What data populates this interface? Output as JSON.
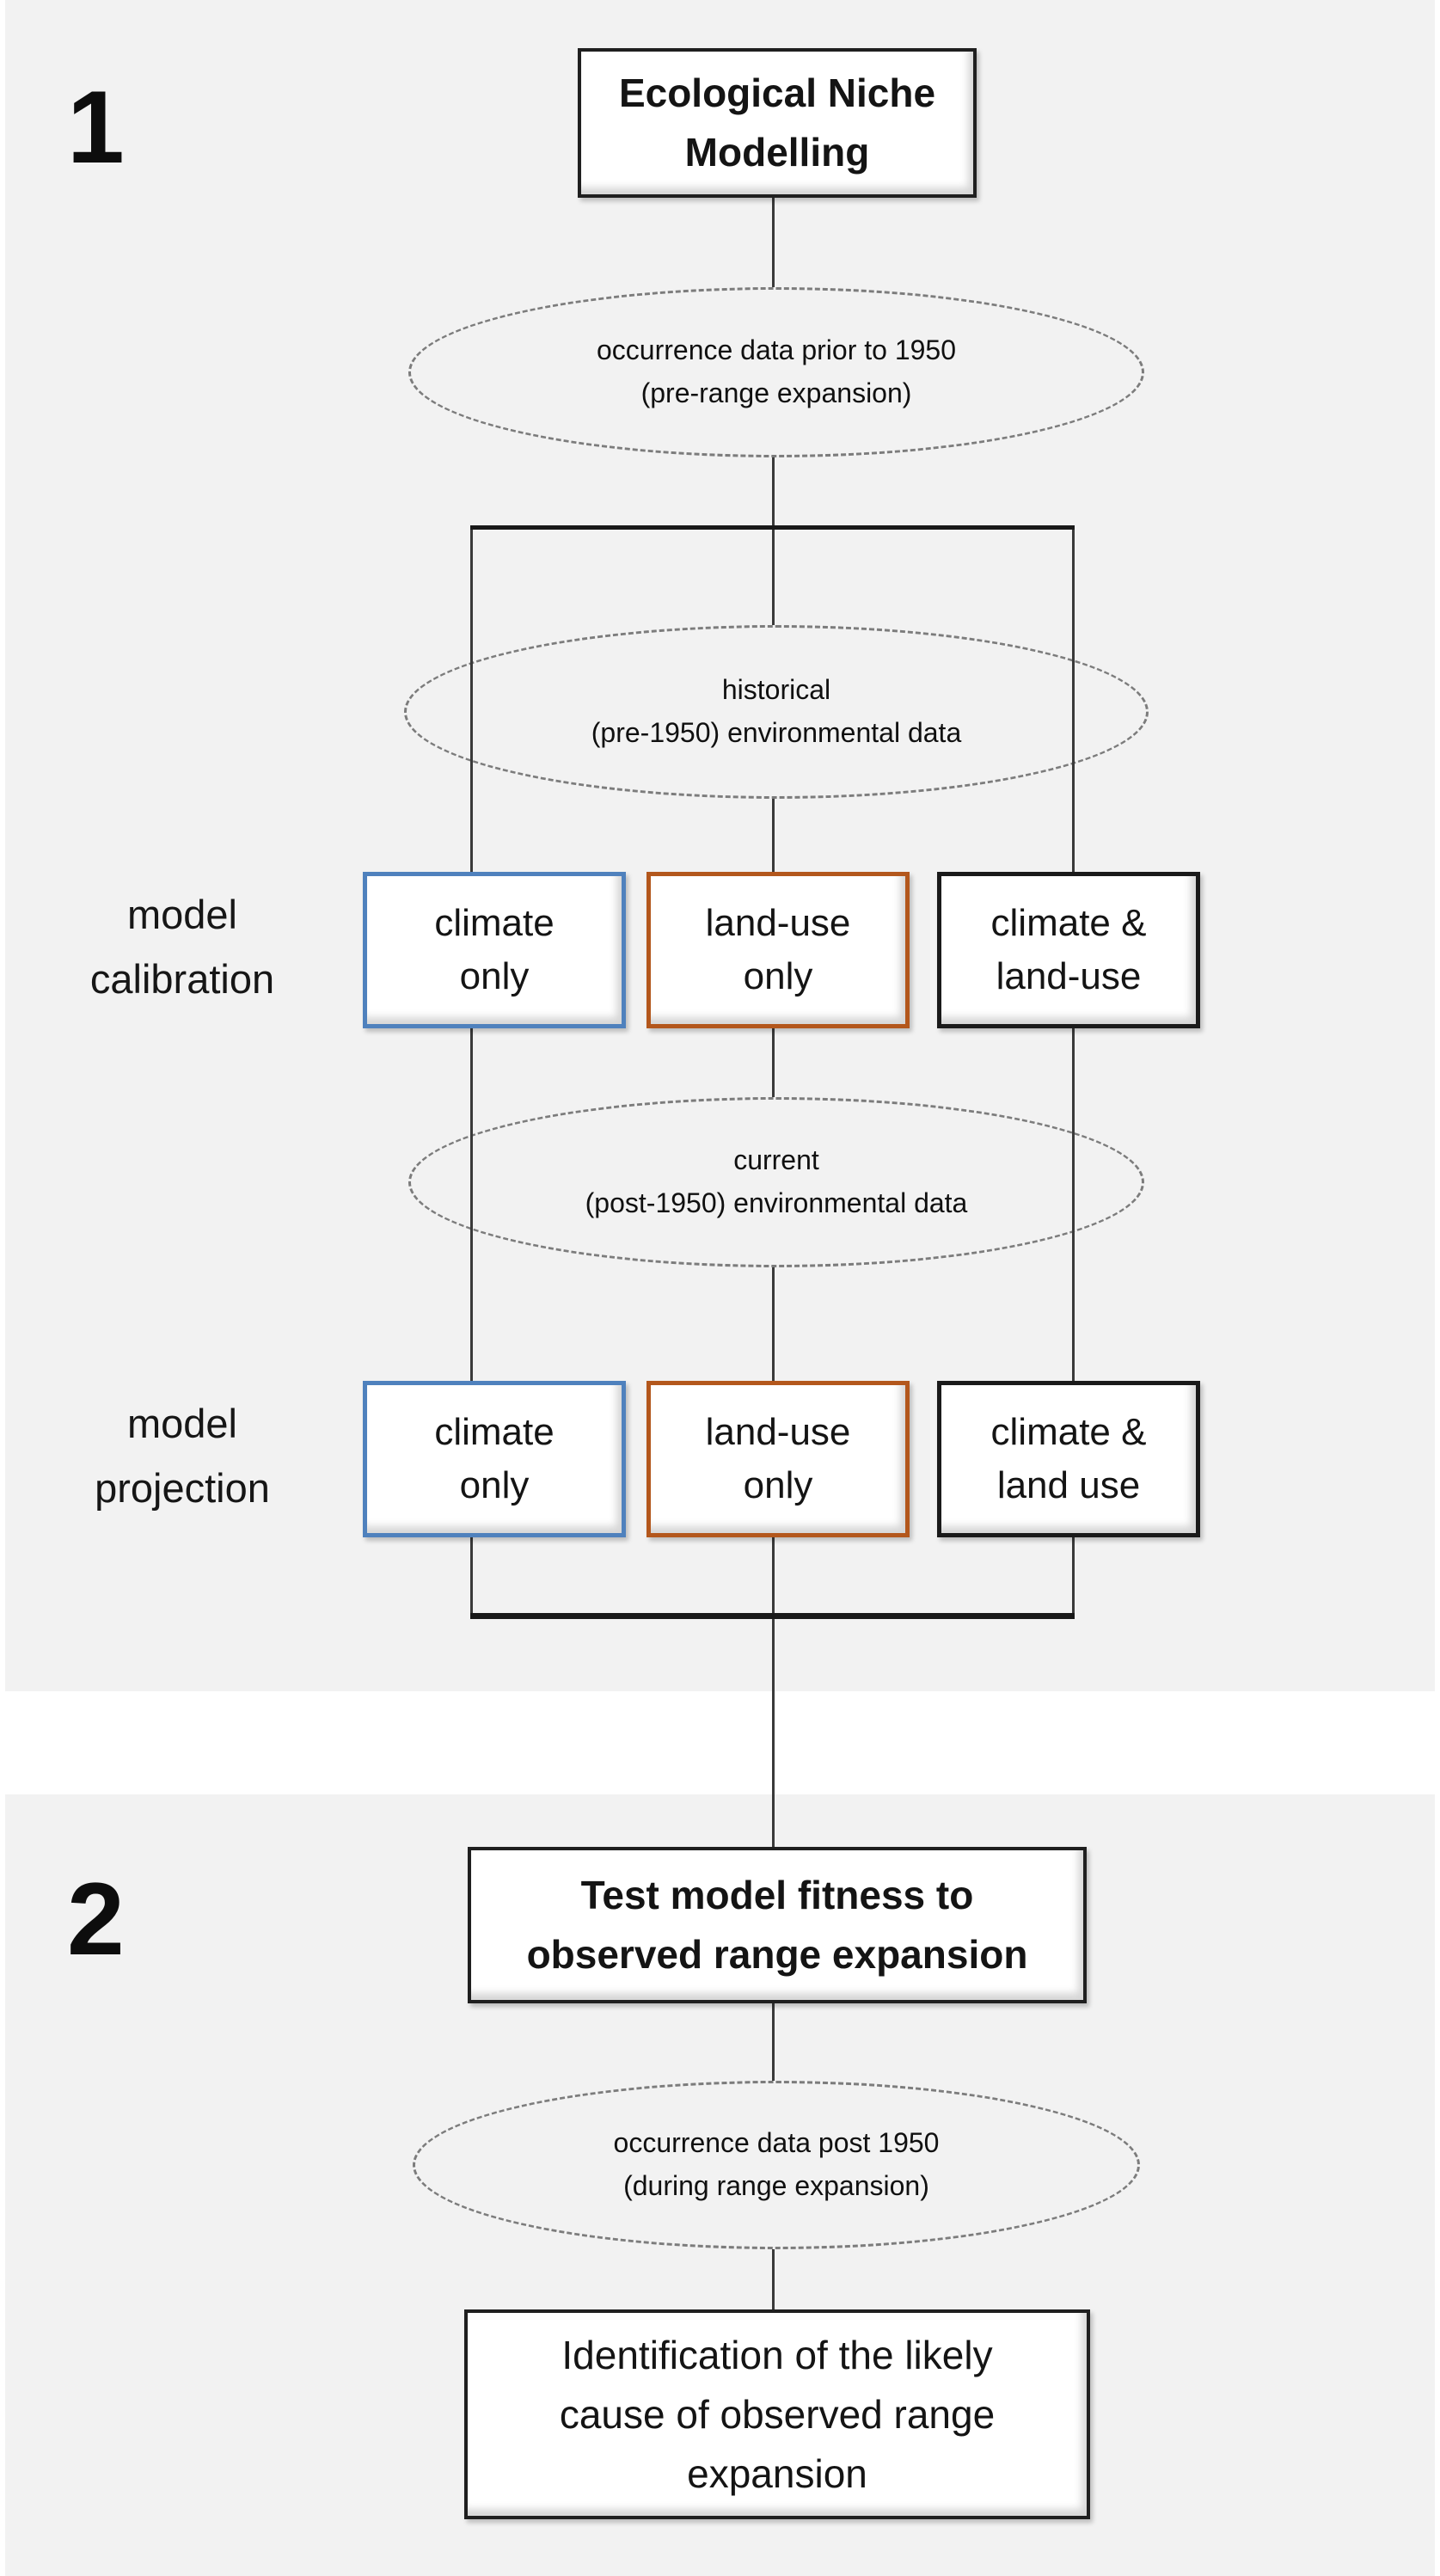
{
  "colors": {
    "background": "#f2f2f2",
    "climate_border": "#4f81bd",
    "landuse_border": "#b3571c",
    "default_border": "#1f1f1f",
    "connector_line": "#3a3a3a"
  },
  "stage1": {
    "number": "1",
    "title": "Ecological Niche\nModelling",
    "occurrence_ellipse": "occurrence data prior to 1950\n(pre-range expansion)",
    "historical_ellipse": "historical\n(pre-1950) environmental data",
    "calibration_label": "model\ncalibration",
    "calibration_boxes": [
      {
        "label": "climate\nonly",
        "variant": "climate"
      },
      {
        "label": "land-use\nonly",
        "variant": "landuse"
      },
      {
        "label": "climate &\nland-use",
        "variant": "both"
      }
    ],
    "current_ellipse": "current\n(post-1950) environmental data",
    "projection_label": "model\nprojection",
    "projection_boxes": [
      {
        "label": "climate\nonly",
        "variant": "climate"
      },
      {
        "label": "land-use\nonly",
        "variant": "landuse"
      },
      {
        "label": "climate &\nland use",
        "variant": "both"
      }
    ]
  },
  "stage2": {
    "number": "2",
    "test_box": "Test model fitness to\nobserved range expansion",
    "occurrence_ellipse": "occurrence data post 1950\n(during range expansion)",
    "result_box": "Identification of the likely\ncause of observed range\nexpansion"
  }
}
